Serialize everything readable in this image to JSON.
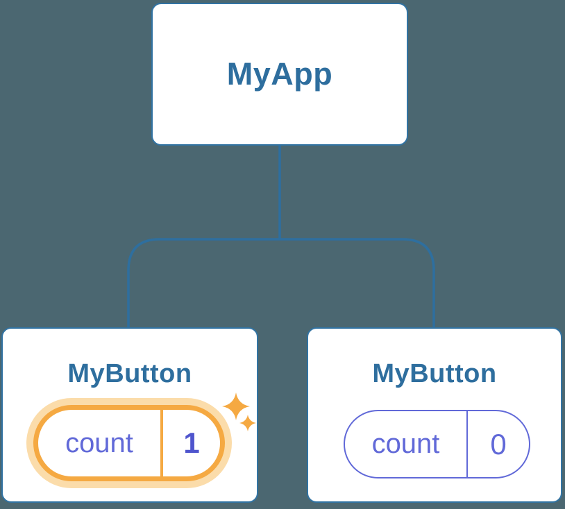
{
  "colors": {
    "background": "#4b6771",
    "card-bg": "#ffffff",
    "card-border": "#3173a3",
    "connector": "#2e6f9f",
    "node-title": "#2e6e9e",
    "state-indigo": "#6169d8",
    "state-indigo-strong": "#4f55cd",
    "highlight-orange": "#f5a942",
    "highlight-glow": "#fbdcaa"
  },
  "icons": {
    "sparkle": "✦ four-point star (orange), marks freshly updated state"
  },
  "tree": {
    "root": {
      "label": "MyApp"
    },
    "children": [
      {
        "label": "MyButton",
        "state": {
          "name": "count",
          "value": "1"
        },
        "highlighted": true
      },
      {
        "label": "MyButton",
        "state": {
          "name": "count",
          "value": "0"
        },
        "highlighted": false
      }
    ]
  }
}
